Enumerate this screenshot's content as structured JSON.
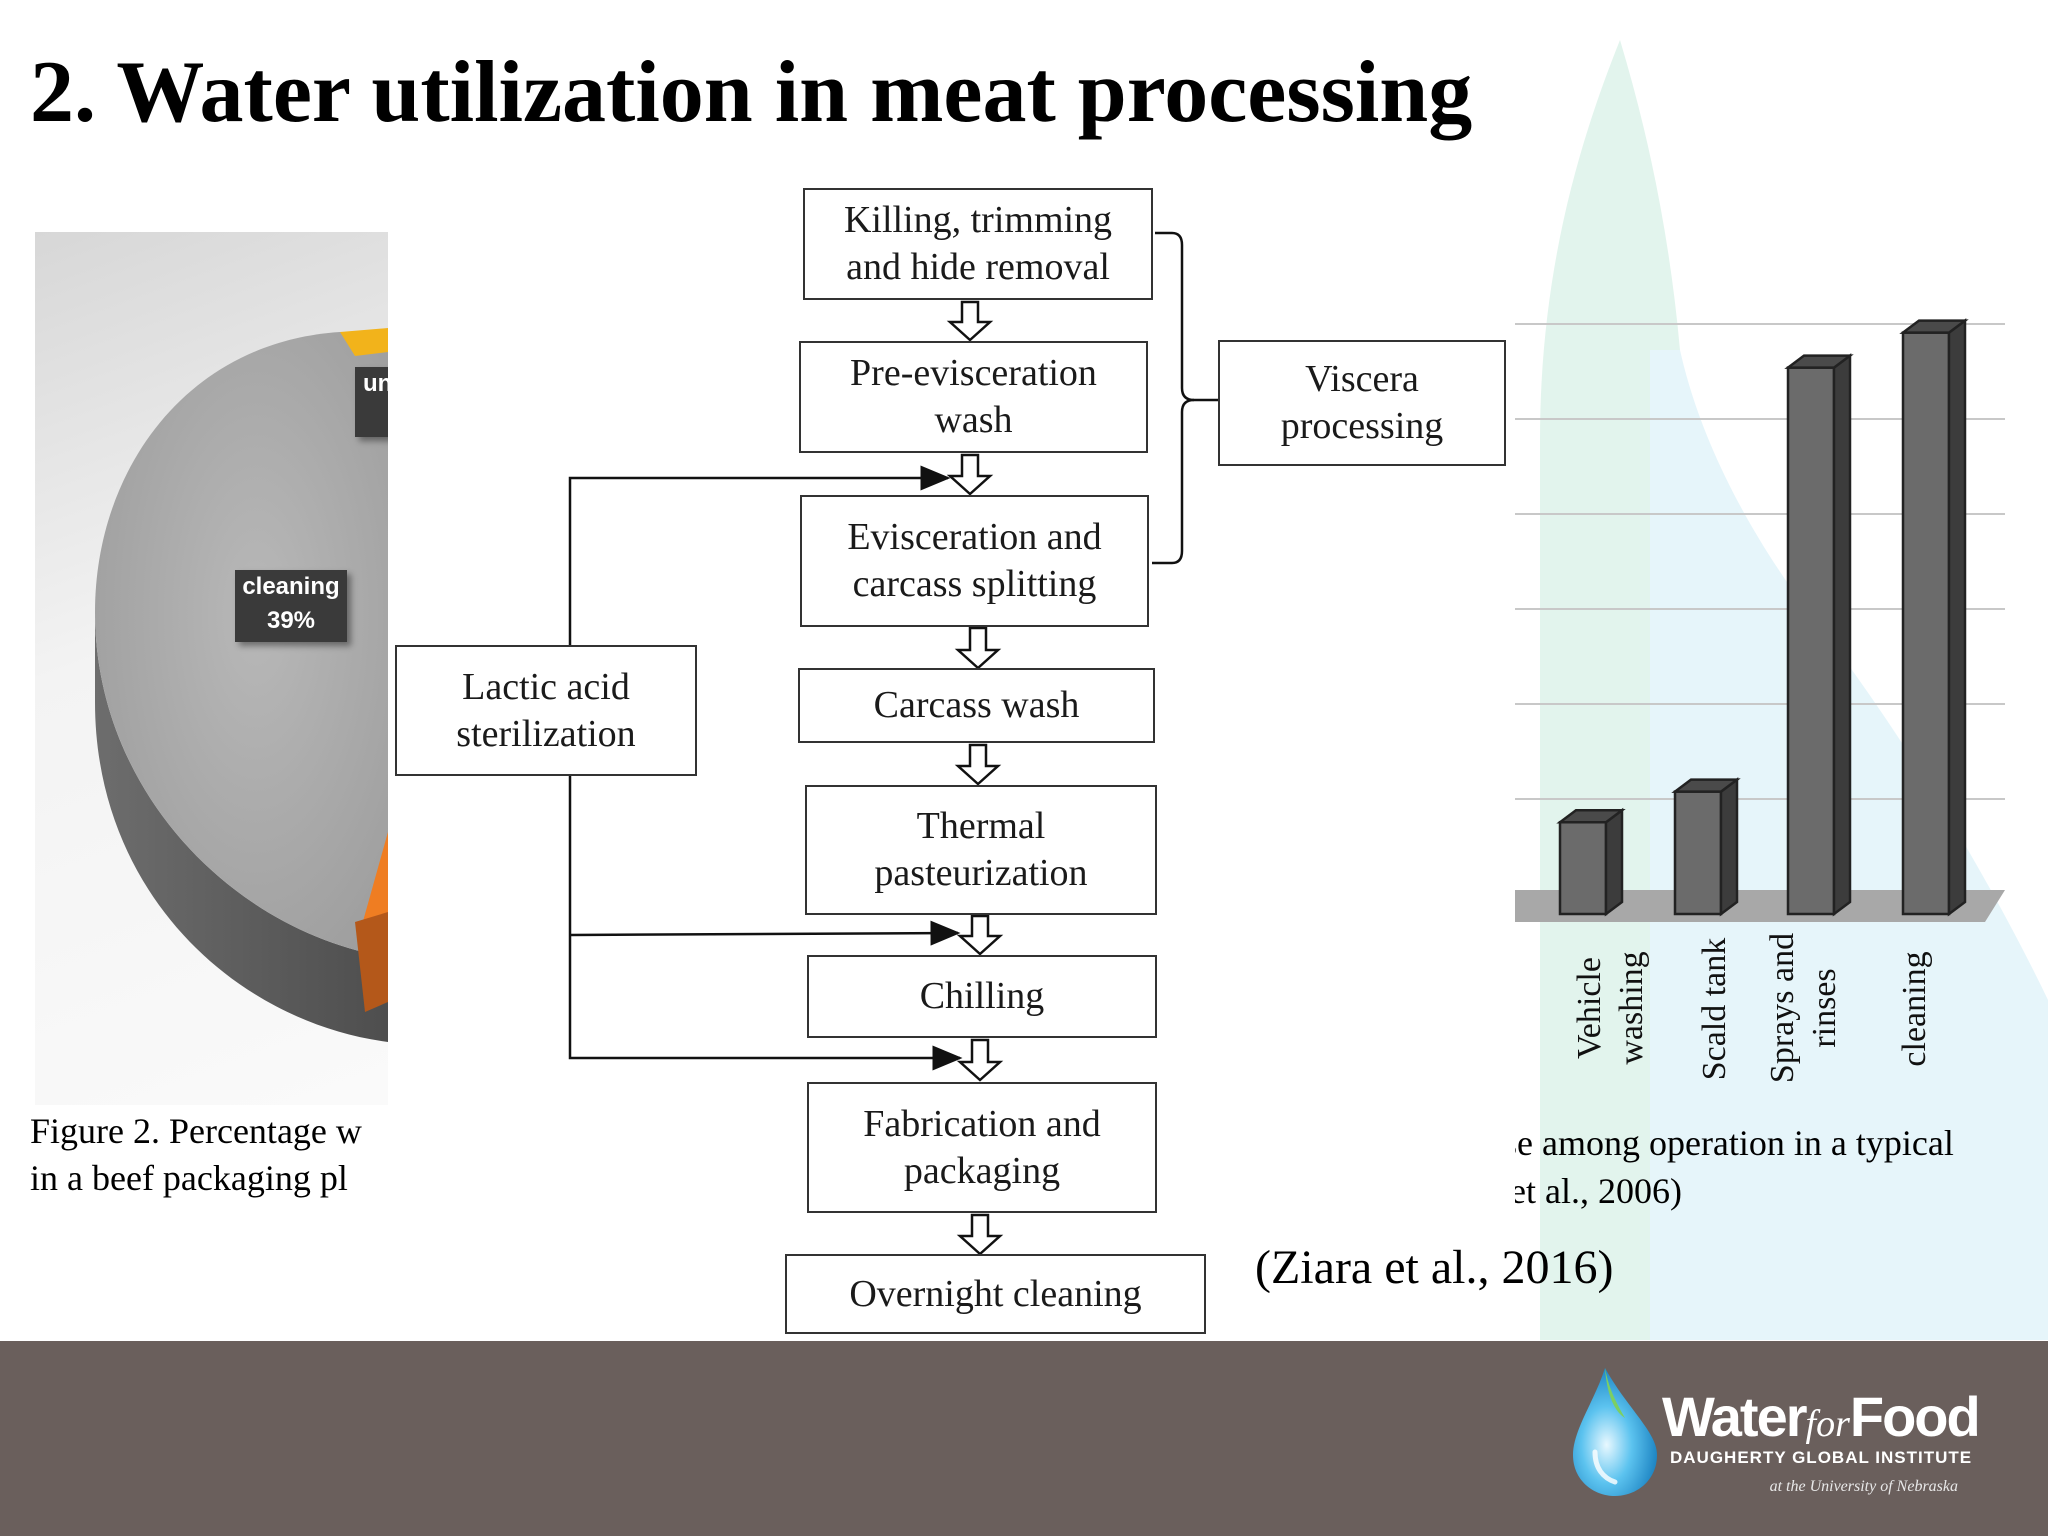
{
  "slide": {
    "title": "2. Water utilization in meat processing"
  },
  "pie_figure": {
    "labels": [
      {
        "text": "un"
      },
      {
        "text": "cleaning\n39%"
      }
    ],
    "caption_line1": "Figure 2. Percentage w",
    "caption_line2": "in a beef packaging pl"
  },
  "flowchart": {
    "boxes": [
      {
        "id": "killing",
        "label": "Killing, trimming\nand hide removal"
      },
      {
        "id": "pre-evisceration",
        "label": "Pre-evisceration\nwash"
      },
      {
        "id": "evisceration",
        "label": "Evisceration and\ncarcass splitting"
      },
      {
        "id": "carcass-wash",
        "label": "Carcass wash"
      },
      {
        "id": "thermal",
        "label": "Thermal\npasteurization"
      },
      {
        "id": "chilling",
        "label": "Chilling"
      },
      {
        "id": "fabrication",
        "label": "Fabrication and\npackaging"
      },
      {
        "id": "overnight",
        "label": "Overnight cleaning"
      },
      {
        "id": "viscera",
        "label": "Viscera\nprocessing"
      },
      {
        "id": "lactic",
        "label": "Lactic acid\nsterilization"
      }
    ],
    "citation": "(Ziara et al., 2016)"
  },
  "bar_figure": {
    "chart_data": {
      "type": "bar",
      "categories": [
        "Vehicle\nwashing",
        "Scald tank",
        "Sprays and\nrinses",
        "cleaning"
      ],
      "values": [
        1.05,
        1.4,
        6.25,
        6.65
      ],
      "ylim": [
        0,
        7
      ],
      "grid": true,
      "style": "3d",
      "bar_color": "#6b6b6b"
    },
    "caption_line1": "use among operation in a typical",
    "caption_line2": "et al., 2006)"
  },
  "footer": {
    "logo_water": "Water",
    "logo_for": "for",
    "logo_food": "Food",
    "logo_institute": "DAUGHERTY GLOBAL INSTITUTE",
    "logo_university": "at the University of Nebraska",
    "background_color": "#6a5f5c"
  }
}
